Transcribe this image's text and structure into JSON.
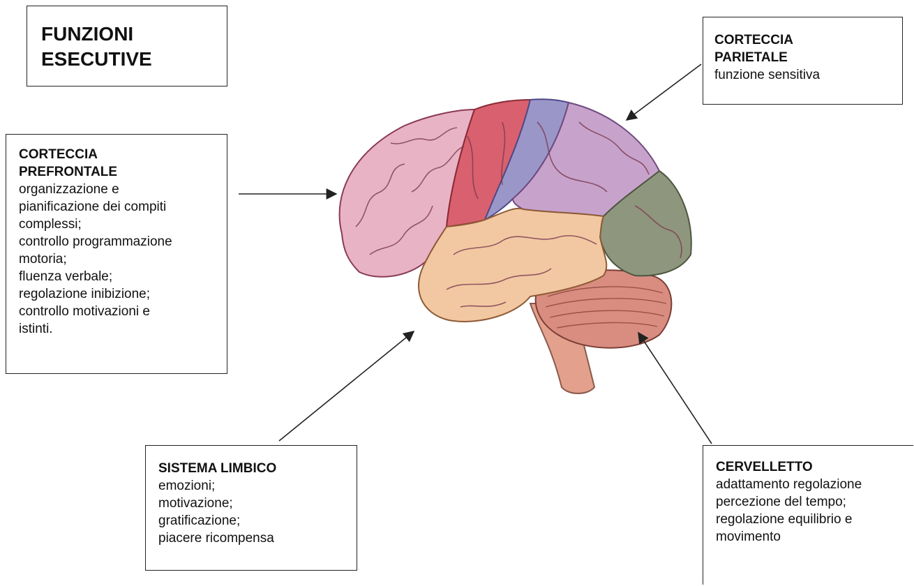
{
  "title": {
    "line1": "FUNZIONI",
    "line2": "ESECUTIVE"
  },
  "parietal": {
    "title_line1": "CORTECCIA",
    "title_line2": "PARIETALE",
    "lines": [
      "funzione sensitiva"
    ]
  },
  "prefrontal": {
    "title_line1": "CORTECCIA",
    "title_line2": "PREFRONTALE",
    "lines": [
      "organizzazione e",
      "pianificazione dei compiti",
      "complessi;",
      "controllo programmazione",
      "motoria;",
      "fluenza verbale;",
      "regolazione inibizione;",
      "controllo motivazioni e",
      "istinti."
    ]
  },
  "limbic": {
    "title": "SISTEMA LIMBICO",
    "lines": [
      "emozioni;",
      "motivazione;",
      "gratificazione;",
      "piacere ricompensa"
    ]
  },
  "cerebellum": {
    "title": "CERVELLETTO",
    "lines": [
      "adattamento regolazione",
      "percezione del tempo;",
      "regolazione equilibrio e",
      "movimento"
    ]
  },
  "colors": {
    "prefrontal": "#e9b3c6",
    "motor": "#d9606e",
    "sensory": "#9b96c8",
    "parietal": "#c7a3cc",
    "occipital": "#8f967e",
    "temporal": "#f2c8a2",
    "cerebellum": "#d88d80",
    "brainstem": "#e3a08c"
  }
}
